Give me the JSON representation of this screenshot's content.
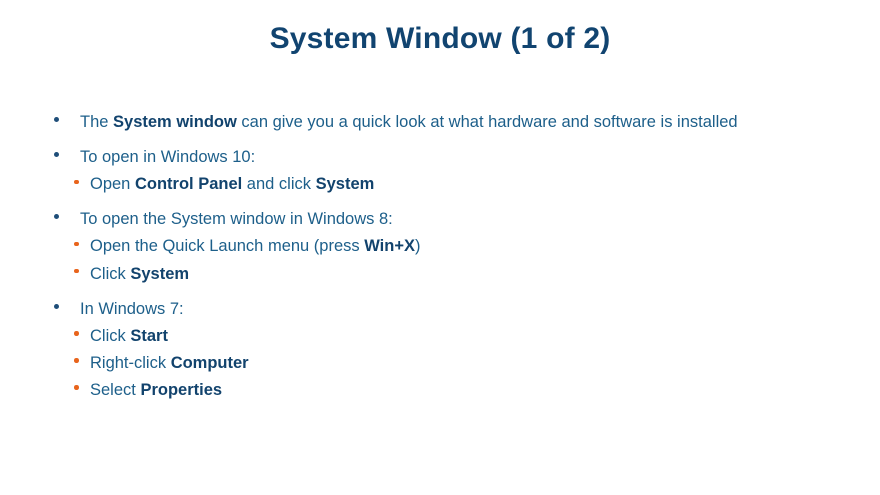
{
  "slide": {
    "title": "System Window (1 of 2)",
    "colors": {
      "title": "#114470",
      "body_text": "#1d5f8a",
      "bold_text": "#12436d",
      "level1_bullet": "#1f4e79",
      "level2_bullet": "#e8641c",
      "background": "#ffffff"
    },
    "bullets": [
      {
        "text_html": "The <b>System window</b> can give you a quick look at what hardware and software is installed",
        "text_plain": "The System window can give you a quick look at what hardware and software is installed",
        "children": []
      },
      {
        "text_html": "To open in Windows 10:",
        "text_plain": "To open in Windows 10:",
        "children": [
          {
            "text_html": "Open <b>Control Panel</b> and click <b>System</b>",
            "text_plain": "Open Control Panel and click System"
          }
        ]
      },
      {
        "text_html": "To open the System window in Windows 8:",
        "text_plain": "To open the System window in Windows 8:",
        "children": [
          {
            "text_html": "Open the Quick Launch menu (press <b>Win+X</b>)",
            "text_plain": "Open the Quick Launch menu (press Win+X)"
          },
          {
            "text_html": "Click <b>System</b>",
            "text_plain": "Click System"
          }
        ]
      },
      {
        "text_html": "In Windows 7:",
        "text_plain": "In Windows 7:",
        "children": [
          {
            "text_html": "Click <b>Start</b>",
            "text_plain": "Click Start"
          },
          {
            "text_html": "Right-click <b>Computer</b>",
            "text_plain": "Right-click Computer"
          },
          {
            "text_html": "Select <b>Properties</b>",
            "text_plain": "Select Properties"
          }
        ]
      }
    ]
  }
}
